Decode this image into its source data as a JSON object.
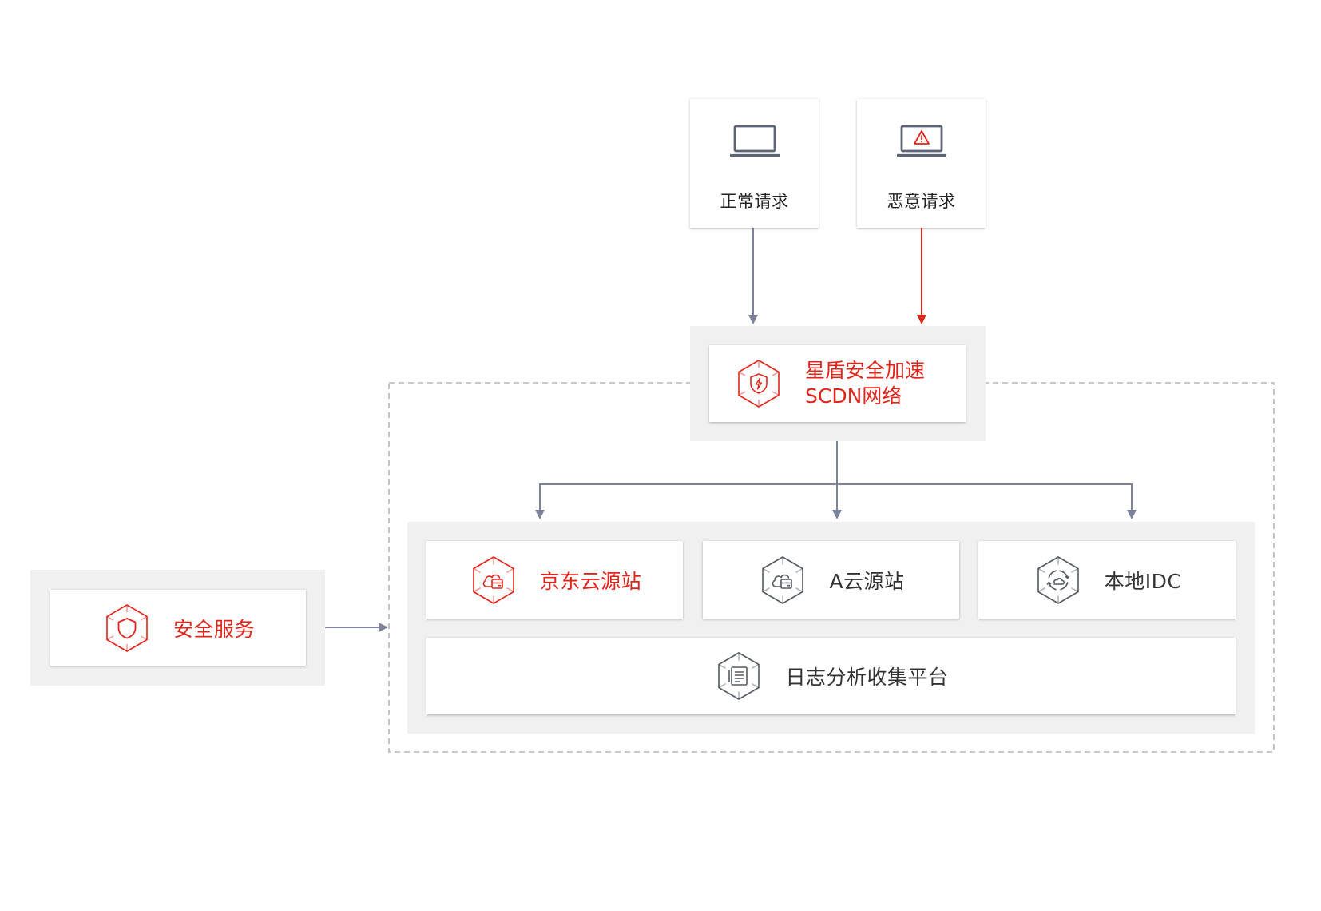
{
  "requests": {
    "normal": {
      "label": "正常请求",
      "icon": "laptop-icon"
    },
    "malicious": {
      "label": "恶意请求",
      "icon": "laptop-warning-icon"
    }
  },
  "scdn": {
    "line1": "星盾安全加速",
    "line2": "SCDN网络",
    "icon": "shield-lightning-icon"
  },
  "origins": [
    {
      "label": "京东云源站",
      "icon": "cloud-server-icon"
    },
    {
      "label": "A云源站",
      "icon": "cloud-server-icon"
    },
    {
      "label": "本地IDC",
      "icon": "cloud-sync-icon"
    }
  ],
  "log_platform": {
    "label": "日志分析收集平台",
    "icon": "document-icon"
  },
  "security_service": {
    "label": "安全服务",
    "icon": "shield-icon"
  },
  "colors": {
    "accent": "#e1251b",
    "arrow": "#7b8299",
    "text": "#333333",
    "panel": "#f0f0f0"
  }
}
